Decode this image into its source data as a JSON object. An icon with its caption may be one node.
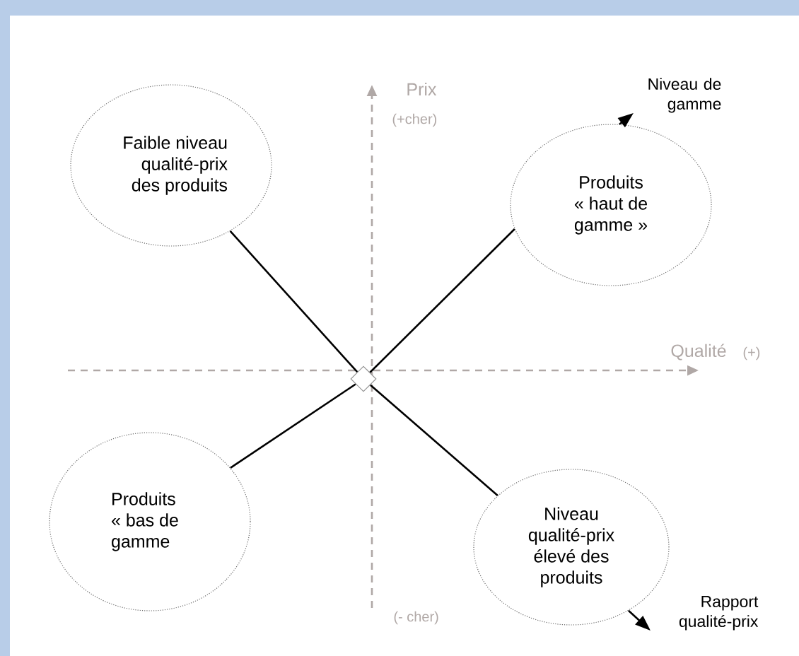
{
  "diagram": {
    "nodes": [
      {
        "text": [
          "Faible niveau qualité-prix des produits"
        ]
      },
      {
        "text": [
          "Niveau de gamme"
        ]
      },
      {
        "text": [
          "Produits « haut de gamme »"
        ]
      },
      {
        "text": [],
        "shape": "diamond"
      },
      {
        "text": [
          "Produits « bas de gamme"
        ]
      },
      {
        "text": [
          "Niveau qualité-prix élevé des produits"
        ]
      },
      {
        "text": [
          "Rapport qualité-prix"
        ]
      }
    ],
    "edges": [
      {
        "from": 0,
        "to": 3,
        "arrow": "none"
      },
      {
        "from": 4,
        "to": 3,
        "arrow": "none"
      },
      {
        "from": 3,
        "to": 2,
        "arrow": "none"
      },
      {
        "from": 2,
        "to": 1,
        "arrow": "to"
      },
      {
        "from": 3,
        "to": 5,
        "arrow": "none"
      },
      {
        "from": 5,
        "to": 6,
        "arrow": "to"
      }
    ],
    "labels": [
      "Prix",
      "(+cher)",
      "Qualité",
      "(+)",
      "(- cher)"
    ]
  }
}
